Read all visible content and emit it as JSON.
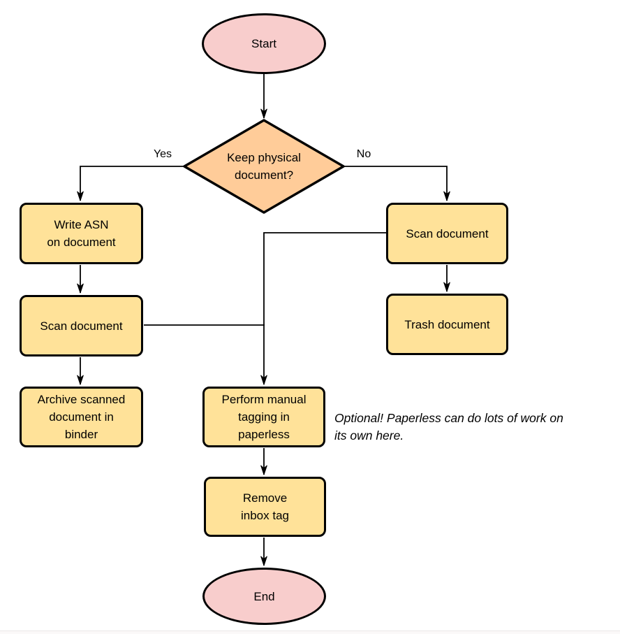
{
  "diagram": {
    "type": "flowchart",
    "colors": {
      "terminal_fill": "#f8cdcc",
      "decision_fill": "#ffcc99",
      "process_fill": "#ffe299",
      "stroke": "#000000",
      "text": "#000000"
    },
    "nodes": {
      "start": {
        "label": "Start",
        "shape": "ellipse"
      },
      "decision": {
        "label": "Keep physical\ndocument?",
        "shape": "diamond"
      },
      "write_asn": {
        "label": "Write ASN\non document",
        "shape": "rect"
      },
      "scan_left": {
        "label": "Scan document",
        "shape": "rect"
      },
      "archive": {
        "label": "Archive scanned\ndocument in\nbinder",
        "shape": "rect"
      },
      "scan_right": {
        "label": "Scan document",
        "shape": "rect"
      },
      "trash": {
        "label": "Trash document",
        "shape": "rect"
      },
      "tagging": {
        "label": "Perform manual\ntagging in\npaperless",
        "shape": "rect"
      },
      "remove_inbox": {
        "label": "Remove\ninbox tag",
        "shape": "rect"
      },
      "end": {
        "label": "End",
        "shape": "ellipse"
      }
    },
    "edge_labels": {
      "yes": "Yes",
      "no": "No"
    },
    "edges": [
      {
        "from": "start",
        "to": "decision",
        "label": ""
      },
      {
        "from": "decision",
        "to": "write_asn",
        "label": "Yes"
      },
      {
        "from": "decision",
        "to": "scan_right",
        "label": "No"
      },
      {
        "from": "write_asn",
        "to": "scan_left",
        "label": ""
      },
      {
        "from": "scan_left",
        "to": "archive",
        "label": ""
      },
      {
        "from": "scan_left",
        "to": "tagging",
        "label": ""
      },
      {
        "from": "scan_right",
        "to": "trash",
        "label": ""
      },
      {
        "from": "scan_right",
        "to": "tagging",
        "label": ""
      },
      {
        "from": "tagging",
        "to": "remove_inbox",
        "label": ""
      },
      {
        "from": "remove_inbox",
        "to": "end",
        "label": ""
      }
    ],
    "note": {
      "text": "Optional! Paperless can do lots of work on\nits own here."
    }
  }
}
